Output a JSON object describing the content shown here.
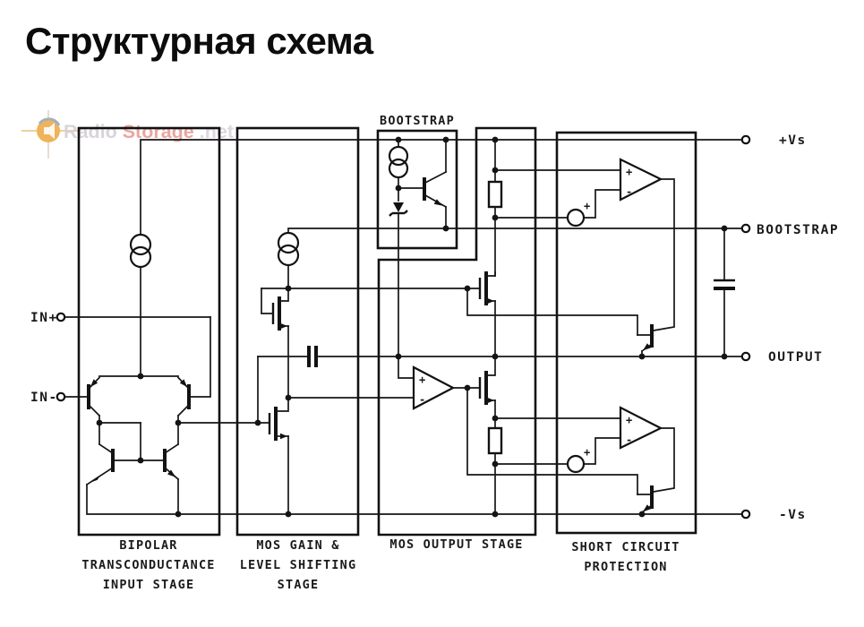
{
  "page": {
    "title": "Структурная схема",
    "background": "#ffffff",
    "line_color": "#161616"
  },
  "watermark": {
    "name": "RadioStorage.net",
    "part_radio": "Radio",
    "part_storage": "Storage",
    "part_net": ".net",
    "color_radio": "#c9c5cd",
    "color_storage": "#e2837b",
    "color_net": "#cfc9d2",
    "icon": "radiostorage-logo",
    "icon_color": "#eda63e",
    "icon_arc_color": "#93a3b2"
  },
  "schematic": {
    "blocks": [
      {
        "id": "bipolar-input-stage",
        "label_lines": [
          "BIPOLAR",
          "TRANSCONDUCTANCE",
          "INPUT STAGE"
        ]
      },
      {
        "id": "mos-gain-stage",
        "label_lines": [
          "MOS GAIN &",
          "LEVEL SHIFTING",
          "STAGE"
        ]
      },
      {
        "id": "mos-output-stage",
        "label_lines": [
          "MOS OUTPUT STAGE"
        ]
      },
      {
        "id": "short-circuit-protection",
        "label_lines": [
          "SHORT CIRCUIT",
          "PROTECTION"
        ]
      },
      {
        "id": "bootstrap-cell",
        "label_lines": [
          "BOOTSTRAP"
        ]
      }
    ],
    "terminals": {
      "in_plus": "IN+",
      "in_minus": "IN-",
      "vs_plus": "+Vs",
      "bootstrap": "BOOTSTRAP",
      "output": "OUTPUT",
      "vs_minus": "-Vs"
    },
    "symbols": {
      "plus": "+",
      "minus": "-"
    }
  }
}
